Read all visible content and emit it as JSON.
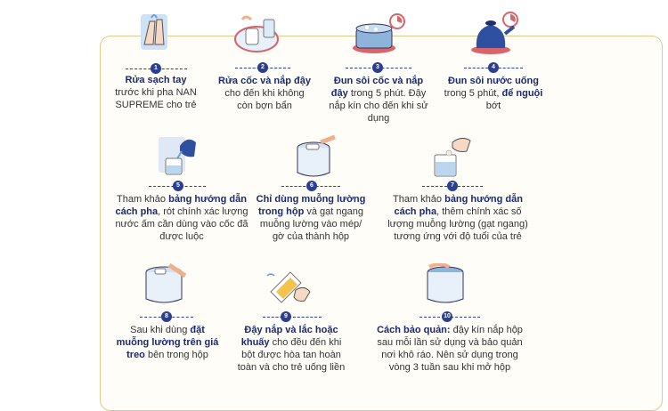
{
  "steps": [
    {
      "n": "1",
      "icon": "hand-wash-icon",
      "bold": "Rửa sạch tay",
      "text": "trước khi pha NAN SUPREME cho trẻ"
    },
    {
      "n": "2",
      "icon": "wash-bottle-icon",
      "bold": "Rửa cốc và nắp đậy",
      "text": "cho đến khi không còn bợn bẩn"
    },
    {
      "n": "3",
      "icon": "boil-pot-icon",
      "bold": "Đun sôi cốc và nắp đậy",
      "text": "trong 5 phút. Đậy nắp kín cho đến khi sử dụng"
    },
    {
      "n": "4",
      "icon": "kettle-icon",
      "bold": "Đun sôi nước uống",
      "text": "trong 5 phút,",
      "bold2": "để nguội",
      "text2": "bớt"
    },
    {
      "n": "5",
      "icon": "pour-water-icon",
      "pre": "Tham khảo",
      "bold": "bảng hướng dẫn cách pha",
      "text": ", rót chính xác lượng nước ấm cần dùng vào cốc đã được luộc"
    },
    {
      "n": "6",
      "icon": "scoop-icon",
      "bold": "Chỉ dùng muỗng lường trong hộp",
      "text": "và gạt ngang muỗng lường vào mép/ gờ của thành hộp"
    },
    {
      "n": "7",
      "icon": "add-powder-icon",
      "pre": "Tham khảo",
      "bold": "bảng hướng dẫn cách pha",
      "text": ", thêm chính xác số lượng muỗng lường (gạt ngang) tương ứng với độ tuổi của trẻ"
    },
    {
      "n": "8",
      "icon": "scoop-holder-icon",
      "pre": "Sau khi dùng",
      "bold": "đặt muỗng lường trên giá treo",
      "text": "bên trong hộp"
    },
    {
      "n": "9",
      "icon": "shake-cup-icon",
      "bold": "Đậy nắp và lắc hoặc khuấy",
      "text": "cho đều đến khi bột được hòa tan hoàn toàn và cho trẻ uống liền"
    },
    {
      "n": "10",
      "icon": "store-can-icon",
      "bold": "Cách bảo quản:",
      "text": "đậy kín nắp hộp sau mỗi lần sử dụng và bảo quản nơi khô ráo. Nên sử dụng trong vòng 3 tuần sau khi mở hộp"
    }
  ]
}
